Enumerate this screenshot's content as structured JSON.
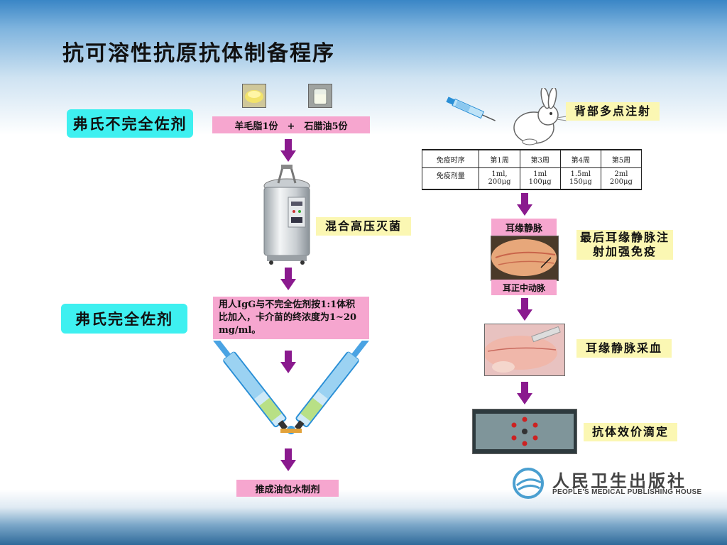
{
  "title": "抗可溶性抗原抗体制备程序",
  "left": {
    "incomplete_adjuvant": "弗氏不完全佐剂",
    "ingredients": "羊毛脂1份　+　石腊油5份",
    "sterilize": "混合高压灭菌",
    "complete_adjuvant": "弗氏完全佐剂",
    "mix_instructions": "用人IgG与不完全佐剂按1:1体积比加入，卡介苗的终浓度为1~20 mg/ml。",
    "emulsion": "推成油包水制剂"
  },
  "right": {
    "injection": "背部多点注射",
    "table": {
      "header": [
        "免疫时序",
        "第1周",
        "第3周",
        "第4周",
        "第5周"
      ],
      "row_label": "免疫剂量",
      "doses": [
        [
          "1ml,",
          "200μg"
        ],
        [
          "1ml",
          "100μg"
        ],
        [
          "1.5ml",
          "150μg"
        ],
        [
          "2ml",
          "200μg"
        ]
      ]
    },
    "ear_vein_label": "耳缘静脉",
    "ear_artery_label": "耳正中动脉",
    "boost": "最后耳缘静脉注射加强免疫",
    "blood_collection": "耳缘静脉采血",
    "titer": "抗体效价滴定"
  },
  "logo": {
    "cn": "人民卫生出版社",
    "en": "PEOPLE'S MEDICAL PUBLISHING HOUSE"
  },
  "colors": {
    "cyan": "#3ef0f0",
    "pink": "#f6a6cf",
    "yellow": "#fbf7b3",
    "arrow": "#8a1a8e"
  }
}
